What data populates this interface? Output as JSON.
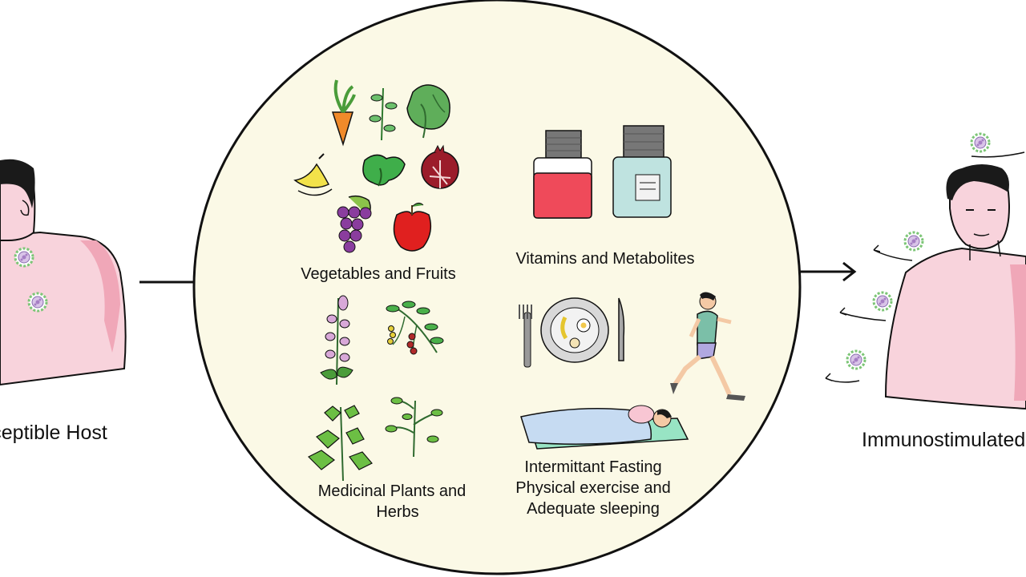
{
  "left_host": {
    "label": "Susceptible Host"
  },
  "right_host": {
    "label": "Immunostimulated Host"
  },
  "categories": {
    "vegetables": {
      "label": "Vegetables and Fruits",
      "icons": [
        "carrot-icon",
        "herb-sprig-icon",
        "leafy-greens-icon",
        "banana-icon",
        "broccoli-icon",
        "pomegranate-icon",
        "grapes-icon",
        "apple-icon"
      ]
    },
    "vitamins": {
      "label": "Vitamins and Metabolites",
      "icons": [
        "red-bottle-icon",
        "blue-bottle-icon"
      ]
    },
    "plants": {
      "label_line1": "Medicinal Plants and",
      "label_line2": "Herbs",
      "icons": [
        "flowering-herb-icon",
        "berry-plant-icon",
        "serrated-leaf-plant-icon",
        "branching-plant-icon"
      ]
    },
    "lifestyle": {
      "label_line1": "Intermittant Fasting",
      "label_line2": "Physical exercise and",
      "label_line3": "Adequate sleeping",
      "icons": [
        "fork-icon",
        "plate-icon",
        "knife-icon",
        "runner-icon",
        "sleeping-person-icon"
      ]
    }
  },
  "colors": {
    "circle_fill": "#fbf9e6",
    "skin": "#f8d3dc",
    "skin_shadow": "#f0a7b8",
    "virus": "#7cc576"
  }
}
